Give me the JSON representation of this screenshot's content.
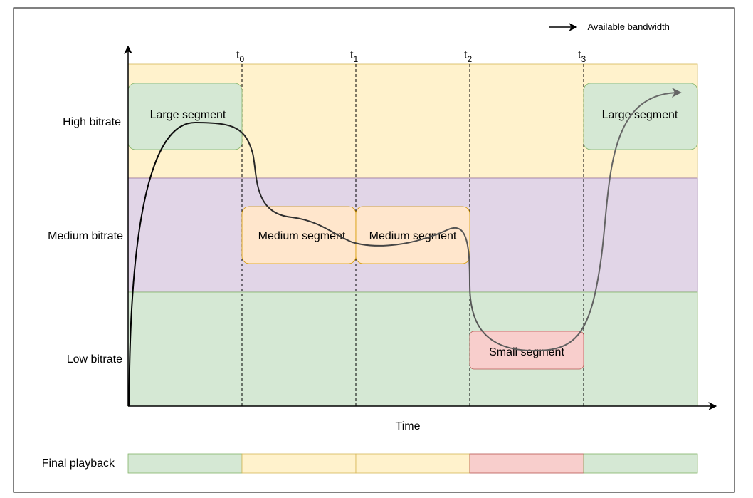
{
  "legend": {
    "text": "= Available bandwidth"
  },
  "axis": {
    "xlabel": "Time"
  },
  "time_markers": [
    {
      "base": "t",
      "sub": "0"
    },
    {
      "base": "t",
      "sub": "1"
    },
    {
      "base": "t",
      "sub": "2"
    },
    {
      "base": "t",
      "sub": "3"
    }
  ],
  "bands": [
    {
      "label": "High bitrate",
      "color": "#fff2cc"
    },
    {
      "label": "Medium bitrate",
      "color": "#e1d5e7"
    },
    {
      "label": "Low bitrate",
      "color": "#d5e8d4"
    }
  ],
  "segments": [
    {
      "label": "Large segment",
      "level": "high",
      "slot": 0,
      "fill": "#d5e8d4",
      "stroke": "#82b366"
    },
    {
      "label": "Medium segment",
      "level": "medium",
      "slot": 1,
      "fill": "#ffe6cc",
      "stroke": "#d79b00"
    },
    {
      "label": "Medium segment",
      "level": "medium",
      "slot": 2,
      "fill": "#ffe6cc",
      "stroke": "#d79b00"
    },
    {
      "label": "Small segment",
      "level": "low",
      "slot": 3,
      "fill": "#f8cecc",
      "stroke": "#b85450"
    },
    {
      "label": "Large segment",
      "level": "high",
      "slot": 4,
      "fill": "#d5e8d4",
      "stroke": "#82b366"
    }
  ],
  "playback": {
    "label": "Final playback",
    "cells": [
      {
        "fill": "#d5e8d4",
        "stroke": "#82b366"
      },
      {
        "fill": "#fff2cc",
        "stroke": "#d6b656"
      },
      {
        "fill": "#fff2cc",
        "stroke": "#d6b656"
      },
      {
        "fill": "#f8cecc",
        "stroke": "#b85450"
      },
      {
        "fill": "#d5e8d4",
        "stroke": "#82b366"
      }
    ]
  }
}
